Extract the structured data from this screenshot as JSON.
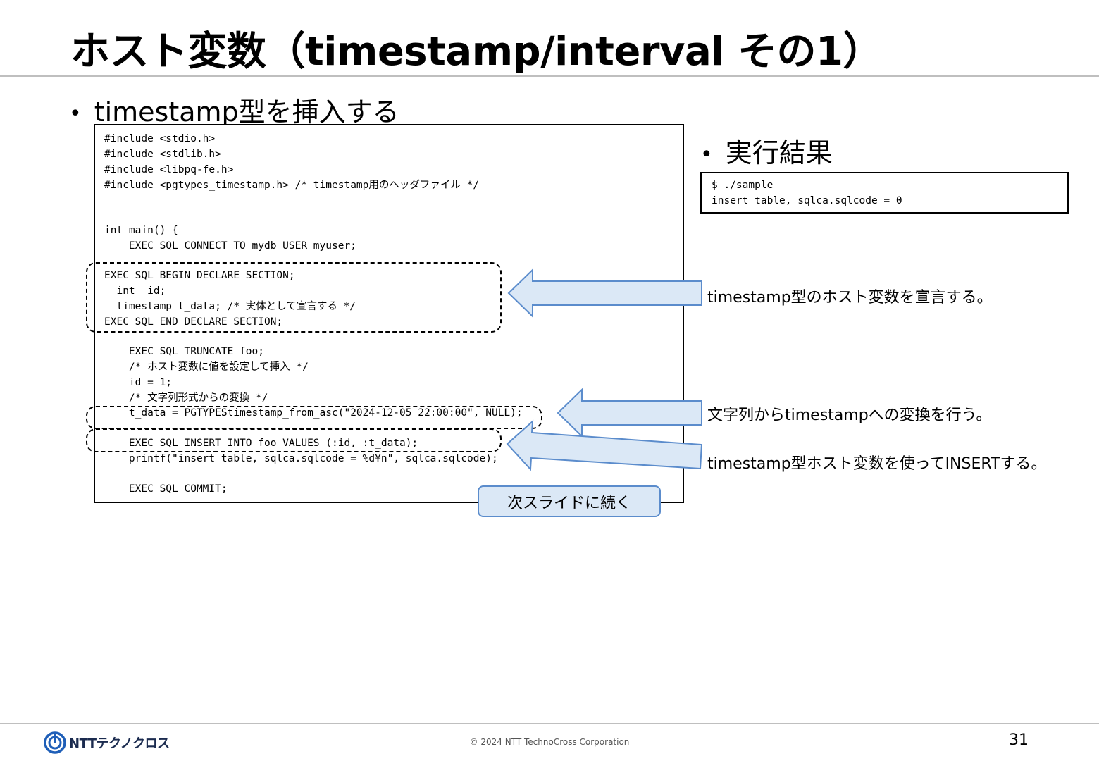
{
  "slide": {
    "title": "ホスト変数（timestamp/interval その1）",
    "bullet_main": "timestamp型を挿入する",
    "bullet_result": "実行結果"
  },
  "code": {
    "lines": [
      "#include <stdio.h>",
      "#include <stdlib.h>",
      "#include <libpq-fe.h>",
      "#include <pgtypes_timestamp.h> /* timestamp用のヘッダファイル */",
      "int main() {",
      "    EXEC SQL CONNECT TO mydb USER myuser;",
      "EXEC SQL BEGIN DECLARE SECTION;",
      "  int  id;",
      "  timestamp t_data; /* 実体として宣言する */",
      "EXEC SQL END DECLARE SECTION;",
      "    EXEC SQL TRUNCATE foo;",
      "    /* ホスト変数に値を設定して挿入 */",
      "    id = 1;",
      "    /* 文字列形式からの変換 */",
      "    t_data = PGTYPEStimestamp_from_asc(\"2024-12-05 22:00:00\", NULL);",
      "    EXEC SQL INSERT INTO foo VALUES (:id, :t_data);",
      "    printf(\"insert table, sqlca.sqlcode = %d¥n\", sqlca.sqlcode);",
      "    EXEC SQL COMMIT;"
    ]
  },
  "result": {
    "lines": [
      "$ ./sample",
      "insert table, sqlca.sqlcode = 0"
    ]
  },
  "annotations": {
    "declare": "timestamp型のホスト変数を宣言する。",
    "convert": "文字列からtimestampへの変換を行う。",
    "insert": "timestamp型ホスト変数を使ってINSERTする。"
  },
  "continue_label": "次スライドに続く",
  "footer": {
    "copyright": "© 2024 NTT TechnoCross Corporation",
    "page": "31",
    "logo_text": "NTTテクノクロス"
  },
  "colors": {
    "arrow_fill": "#dbe8f6",
    "arrow_stroke": "#5b8ccc",
    "logo_blue": "#1f5fb8"
  }
}
